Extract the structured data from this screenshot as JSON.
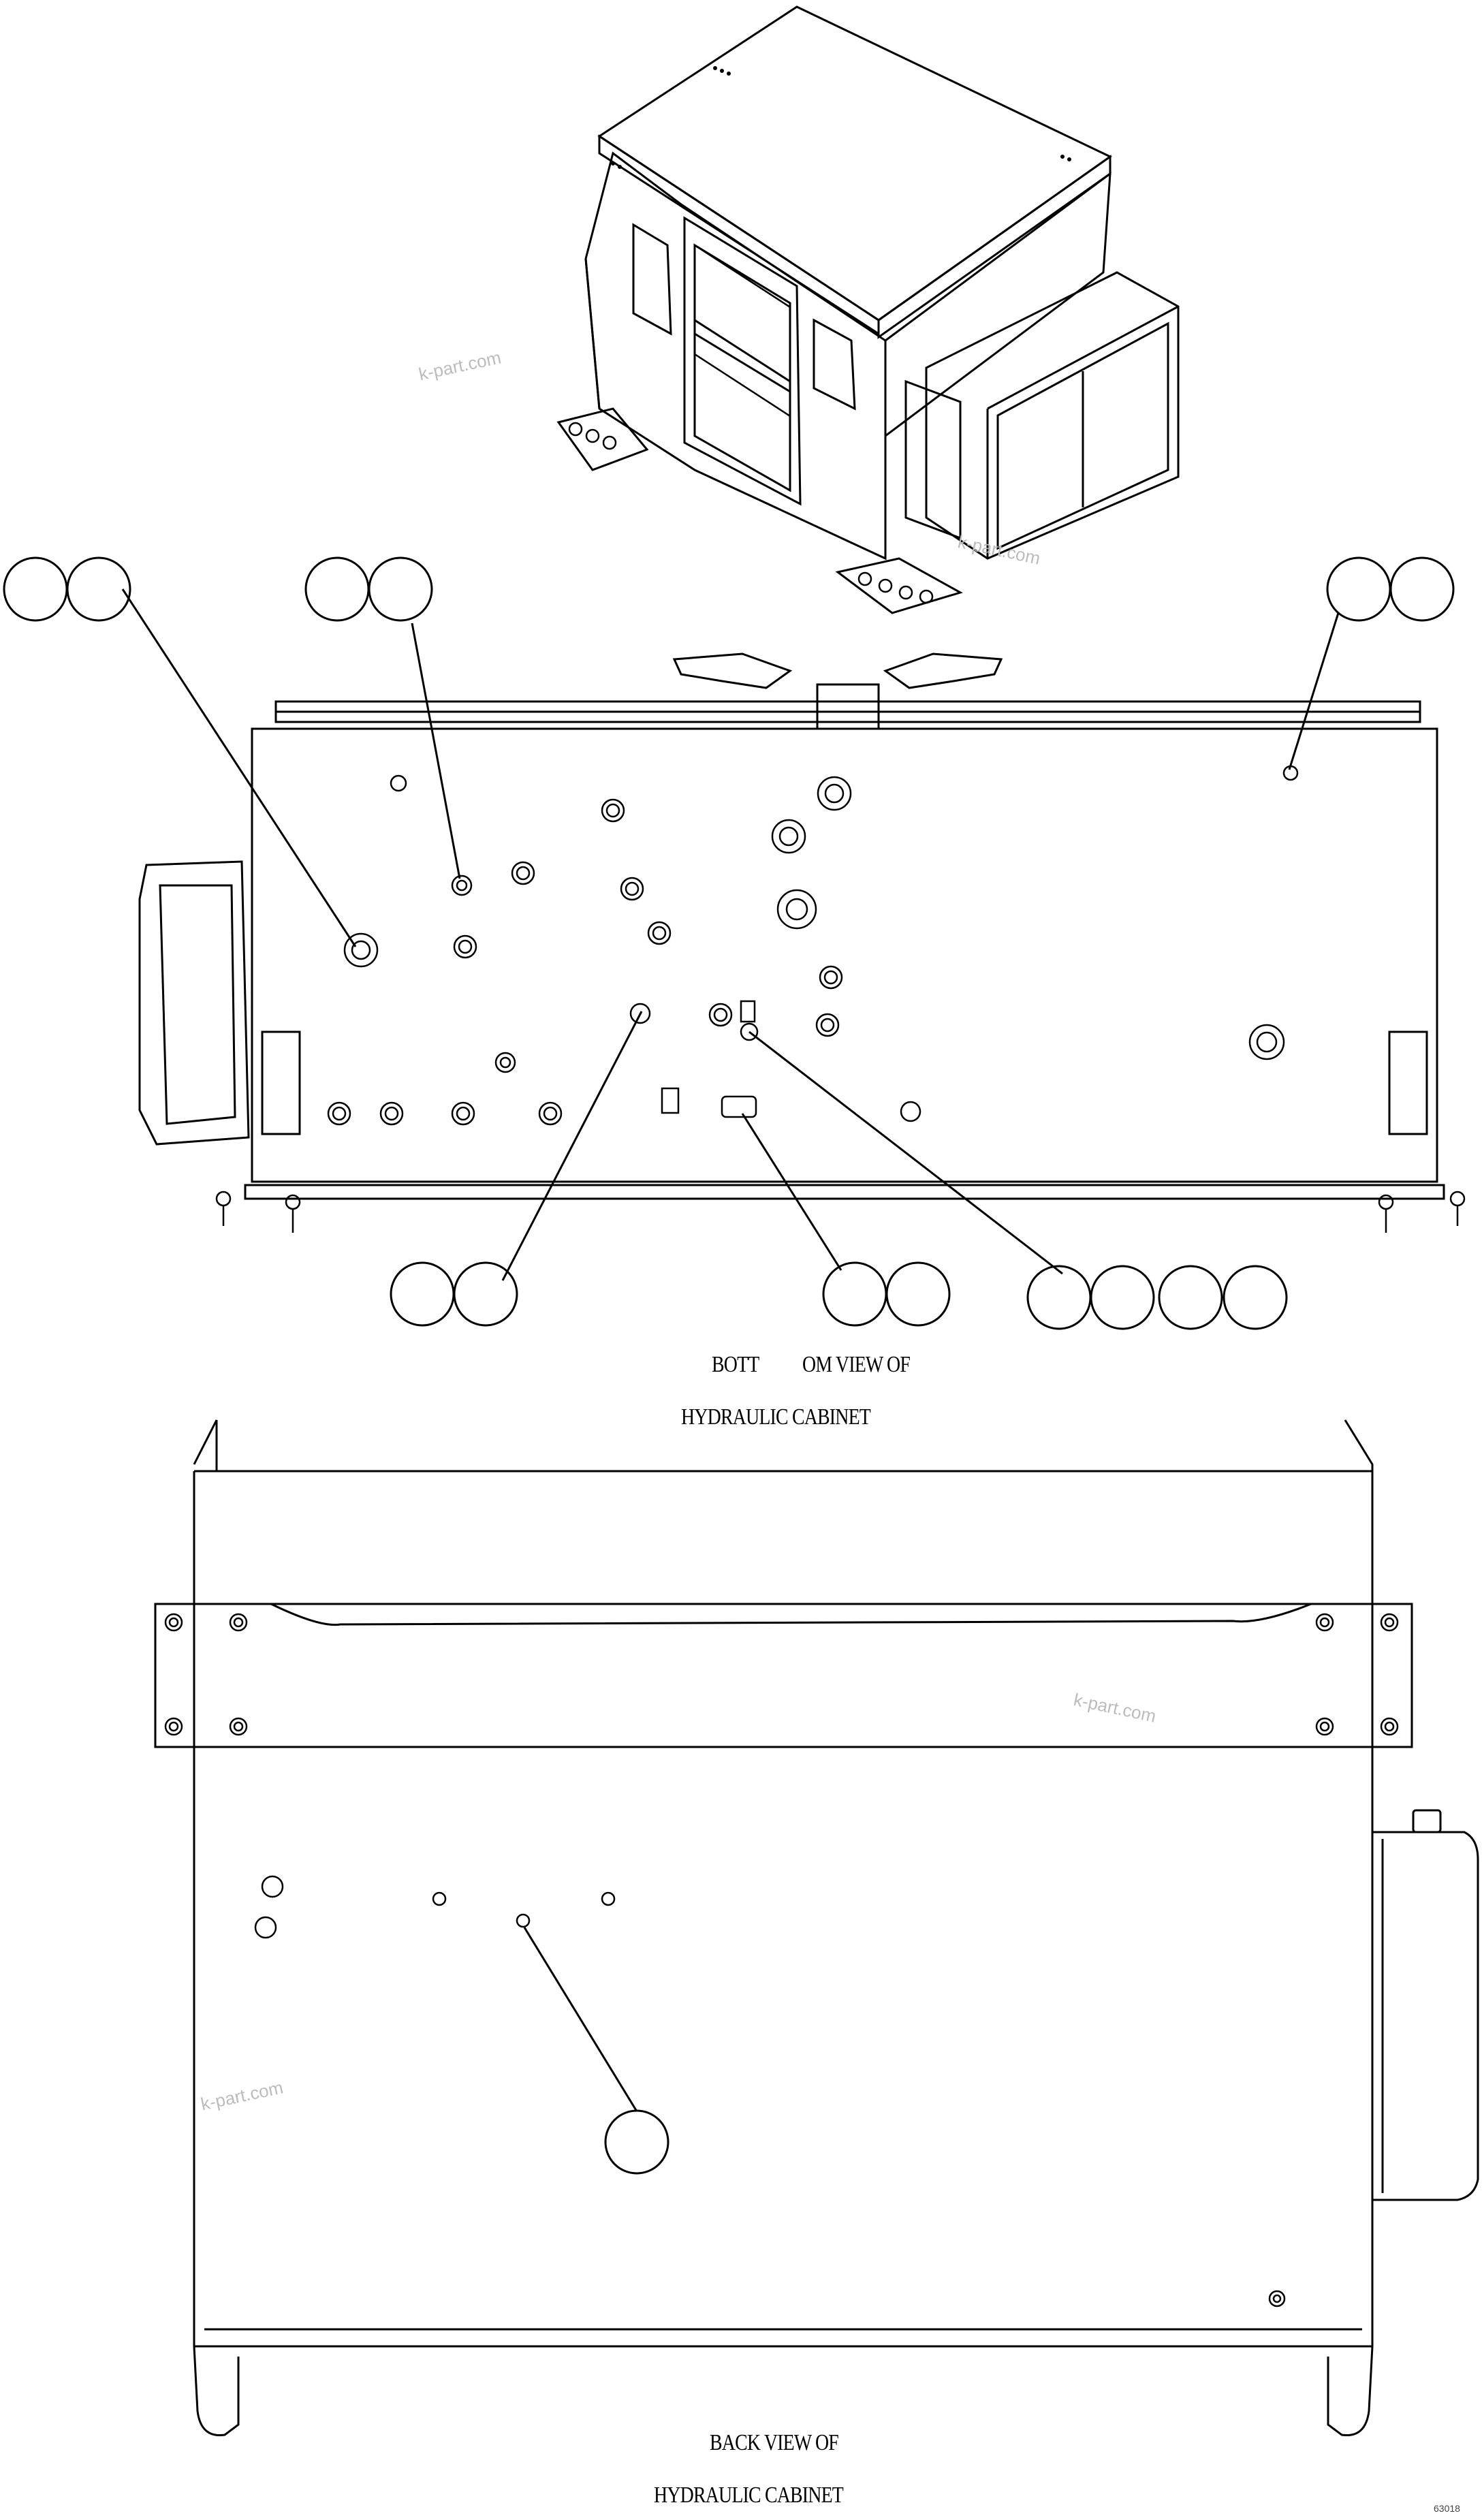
{
  "captions": {
    "bottom_view_a": "BOTT",
    "bottom_view_b": "OM VIEW OF",
    "bottom_view_line2": "HYDRAULIC CABINET",
    "back_view_line1": "BACK VIEW OF",
    "back_view_line2": "HYDRAULIC CABINET"
  },
  "watermarks": [
    "k-part.com",
    "k-part.com",
    "k-part.com",
    "k-part.com"
  ],
  "drawing_number": "63018",
  "colors": {
    "line": "#000000",
    "background": "#ffffff",
    "watermark": "#bcbcbc"
  }
}
